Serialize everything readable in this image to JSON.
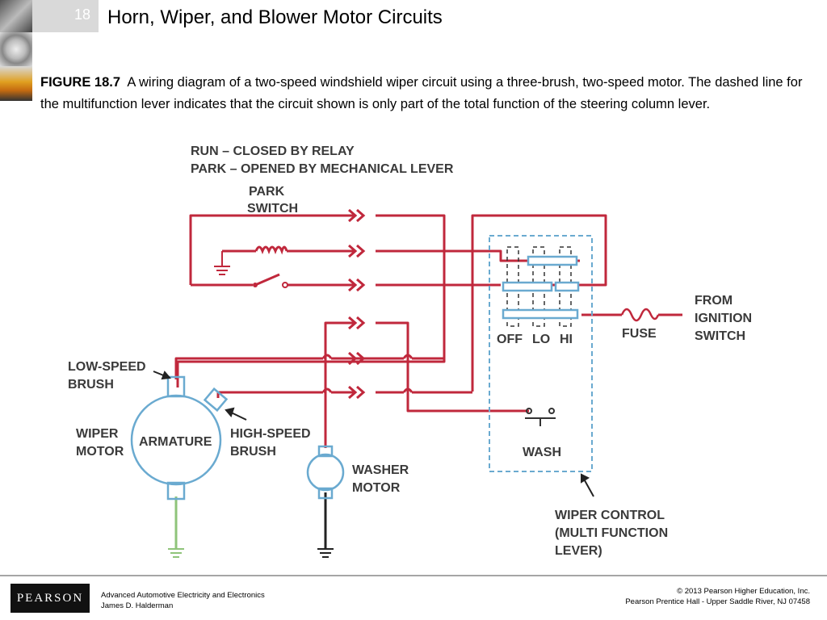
{
  "slide": {
    "number": "18",
    "title": "Horn, Wiper, and Blower Motor Circuits"
  },
  "caption": {
    "figure_label": "FIGURE 18.7",
    "text": "A wiring diagram of a two-speed windshield wiper circuit using a three-brush, two-speed motor. The dashed line for the multifunction lever indicates that the circuit shown is only part of the total function of the steering column lever."
  },
  "diagram": {
    "header_line1": "RUN – CLOSED BY RELAY",
    "header_line2": "PARK – OPENED BY MECHANICAL LEVER",
    "park_switch_1": "PARK",
    "park_switch_2": "SWITCH",
    "low_speed_1": "LOW-SPEED",
    "low_speed_2": "BRUSH",
    "wiper_motor_1": "WIPER",
    "wiper_motor_2": "MOTOR",
    "armature": "ARMATURE",
    "high_speed_1": "HIGH-SPEED",
    "high_speed_2": "BRUSH",
    "washer_motor_1": "WASHER",
    "washer_motor_2": "MOTOR",
    "off": "OFF",
    "lo": "LO",
    "hi": "HI",
    "fuse": "FUSE",
    "from_ignition_1": "FROM",
    "from_ignition_2": "IGNITION",
    "from_ignition_3": "SWITCH",
    "wash": "WASH",
    "wiper_control_1": "WIPER CONTROL",
    "wiper_control_2": "(MULTI FUNCTION",
    "wiper_control_3": "LEVER)"
  },
  "colors": {
    "wire": "#c0283c",
    "switch": "#6aaad0",
    "ground": "#8fc47a"
  },
  "footer": {
    "logo": "PEARSON",
    "book_title": "Advanced Automotive Electricity and Electronics",
    "author": "James D. Halderman",
    "copyright": "© 2013  Pearson Higher Education, Inc.",
    "publisher": "Pearson Prentice Hall - Upper Saddle River, NJ 07458"
  }
}
